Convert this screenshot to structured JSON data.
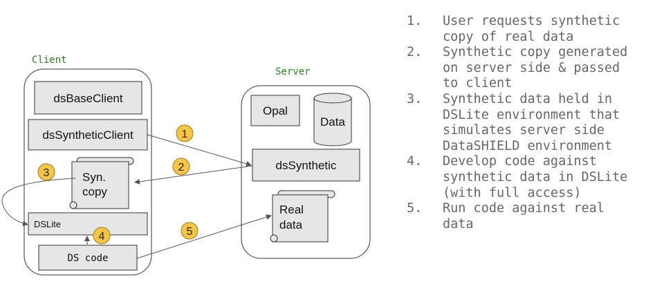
{
  "client": {
    "title": "Client",
    "boxes": {
      "base_client": "dsBaseClient",
      "synthetic_client": "dsSyntheticClient",
      "syn_copy": "Syn.\ncopy",
      "dslite": "DSLite",
      "ds_code": "DS code"
    }
  },
  "server": {
    "title": "Server",
    "boxes": {
      "opal": "Opal",
      "data": "Data",
      "ds_synthetic": "dsSynthetic",
      "real_data": "Real\ndata"
    }
  },
  "badges": [
    "1",
    "2",
    "3",
    "4",
    "5"
  ],
  "steps": [
    {
      "num": "1.",
      "text": "User requests synthetic\ncopy of real data"
    },
    {
      "num": "2.",
      "text": "Synthetic copy generated\non server side & passed\nto client"
    },
    {
      "num": "3.",
      "text": "Synthetic data held in\nDSLite environment that\nsimulates server side\nDataSHIELD environment"
    },
    {
      "num": "4.",
      "text": "Develop code against\nsynthetic data in DSLite\n(with full access)"
    },
    {
      "num": "5.",
      "text": "Run code against real\ndata"
    }
  ],
  "colors": {
    "badge_fill": "#f6c544",
    "group_title": "#2e7d1f",
    "box_fill": "#e6e6e6",
    "step_text": "#666666"
  }
}
